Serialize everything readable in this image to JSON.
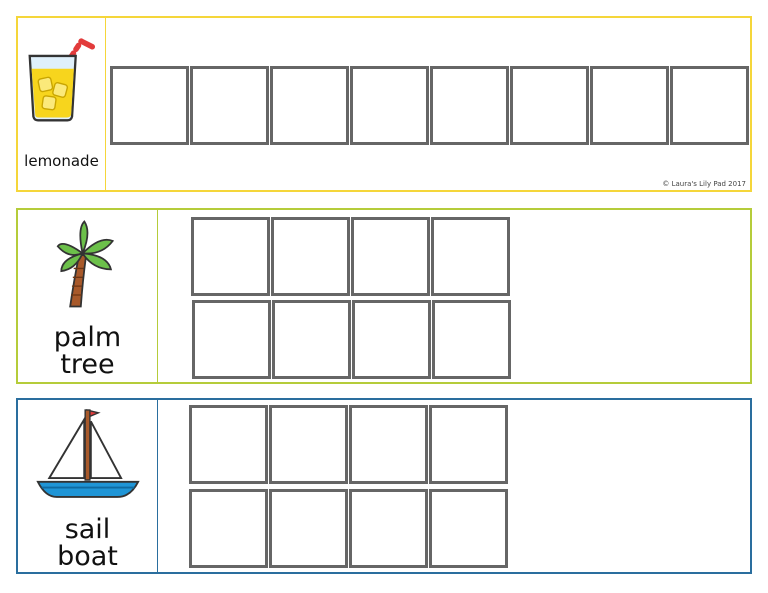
{
  "cards": [
    {
      "word_lines": [
        "lemonade"
      ],
      "icon": "lemonade-glass-icon",
      "border_color": "#f5d63a",
      "box_count": 8
    },
    {
      "word_lines": [
        "palm",
        "tree"
      ],
      "icon": "palm-tree-icon",
      "border_color": "#b5cc3a",
      "box_count": 8
    },
    {
      "word_lines": [
        "sail",
        "boat"
      ],
      "icon": "sailboat-icon",
      "border_color": "#2a6e9e",
      "box_count": 8
    }
  ],
  "copyright": "© Laura's Lily Pad 2017",
  "colors": {
    "box_border": "#666666",
    "lemonade": "#f7d51d",
    "palm_leaf": "#6cc04a",
    "palm_trunk": "#a8592a",
    "boat_hull": "#1f95d6",
    "flag": "#e23b3b"
  }
}
